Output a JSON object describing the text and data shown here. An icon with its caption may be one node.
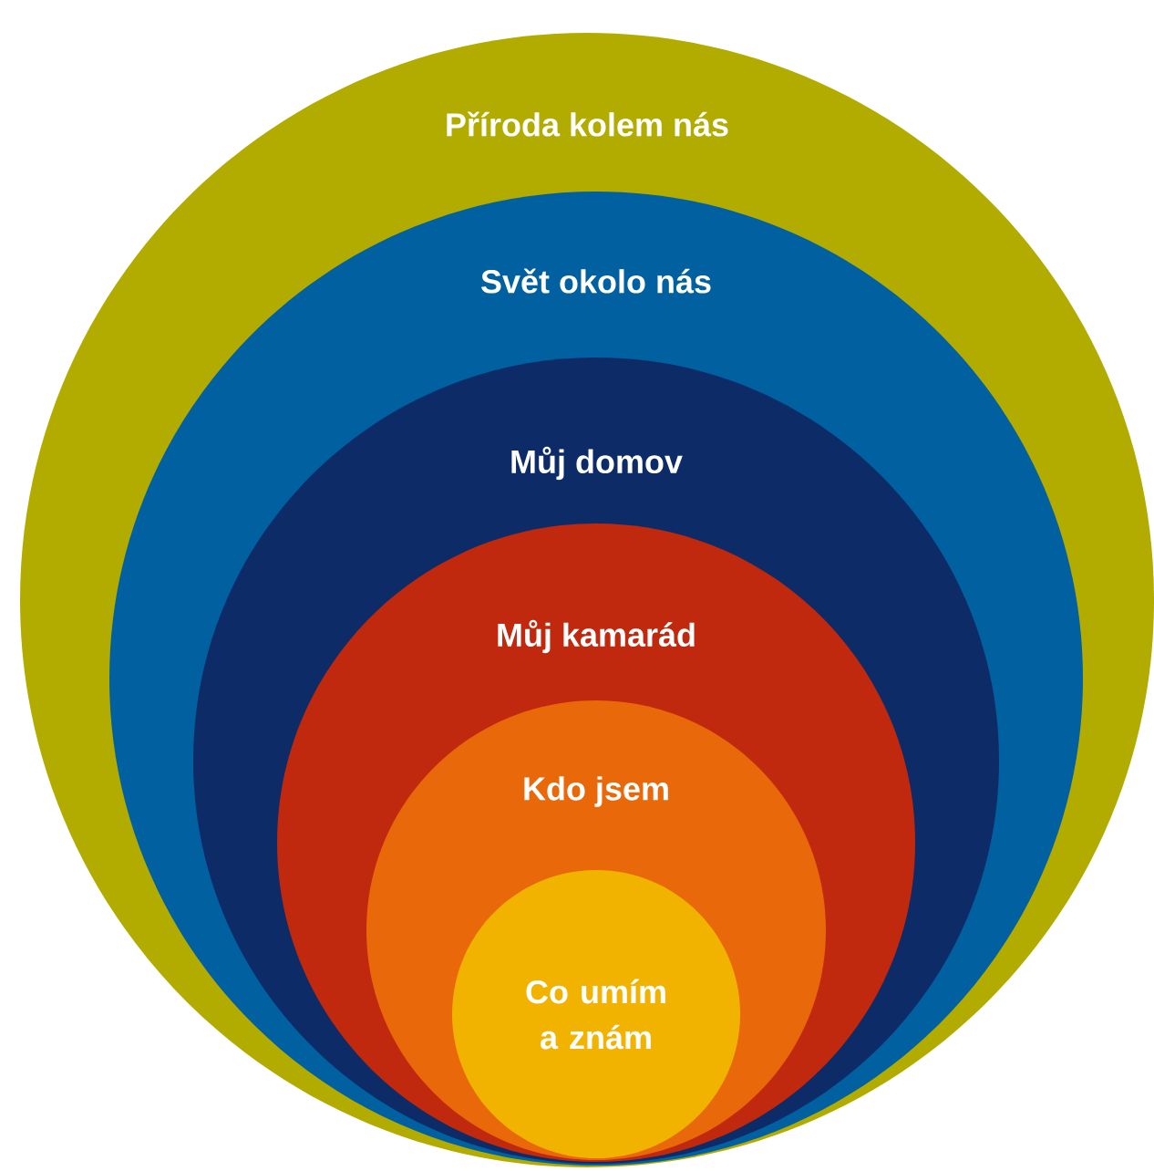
{
  "diagram": {
    "nodes": [
      {
        "text": [
          "Příroda kolem nás"
        ]
      },
      {
        "text": [
          "Svět okolo nás"
        ],
        "in": 0
      },
      {
        "text": [
          "Můj domov"
        ],
        "in": 1
      },
      {
        "text": [
          "Můj kamarád"
        ],
        "in": 2
      },
      {
        "text": [
          "Kdo jsem"
        ],
        "in": 3
      },
      {
        "text": [
          "Co umím a znám"
        ],
        "in": 4
      }
    ]
  }
}
